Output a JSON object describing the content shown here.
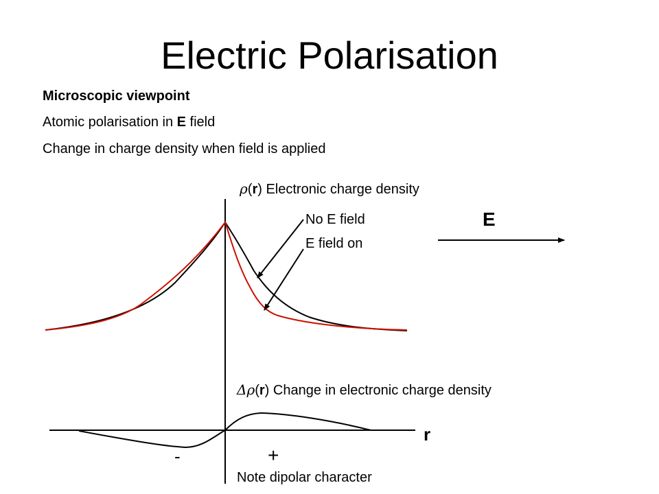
{
  "title": "Electric Polarisation",
  "bullets": {
    "heading": "Microscopic viewpoint",
    "line2_prefix": "Atomic polarisation in ",
    "line2_bold": "E",
    "line2_suffix": " field",
    "line3": "Change in charge density when field is applied"
  },
  "top_plot": {
    "symbol": "ρ",
    "arg_open": "(",
    "arg": "r",
    "arg_close": ")",
    "label": " Electronic charge density",
    "curve_labels": [
      "No E field",
      "E field on"
    ]
  },
  "field": {
    "label": "E"
  },
  "bottom_plot": {
    "symbol": "Δρ",
    "arg_open": "(",
    "arg": "r",
    "arg_close": ")",
    "label": " Change in electronic charge density",
    "axis_label": "r",
    "minus": "-",
    "plus": "+",
    "note": "Note dipolar character"
  },
  "colors": {
    "no_field": "#000000",
    "field_on": "#cc1100"
  }
}
